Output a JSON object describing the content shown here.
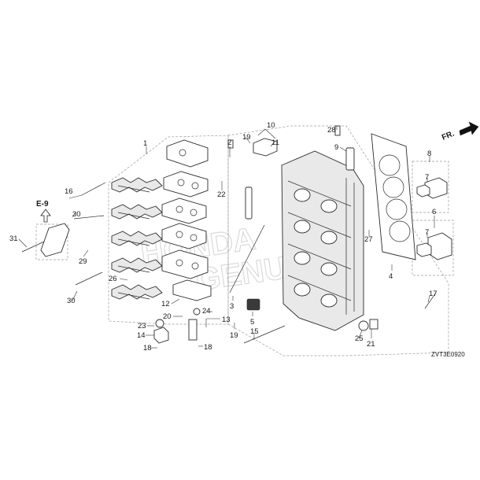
{
  "diagram": {
    "drawing_code": "ZVT3E0920",
    "front_indicator": "FR.",
    "reference_group": "E-9",
    "watermark": "HONDA\nGENUINE",
    "callouts": [
      "1",
      "2",
      "3",
      "4",
      "5",
      "6",
      "7",
      "7",
      "8",
      "9",
      "10",
      "11",
      "12",
      "13",
      "14",
      "15",
      "16",
      "17",
      "18",
      "18",
      "19",
      "19",
      "20",
      "21",
      "22",
      "23",
      "24",
      "25",
      "26",
      "27",
      "28",
      "29",
      "30",
      "30",
      "31"
    ]
  }
}
